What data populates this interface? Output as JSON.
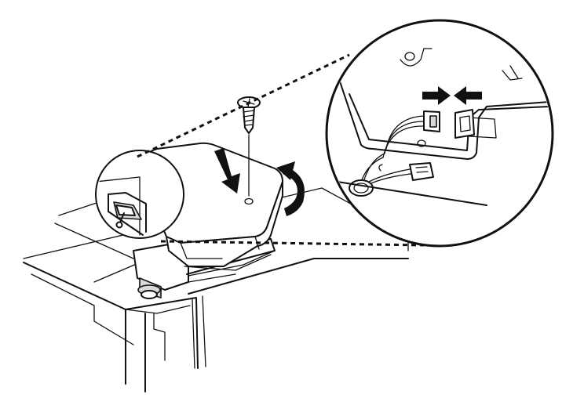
{
  "figure": {
    "type": "assembly-diagram",
    "main_view": {
      "parts": [
        "screw-icon",
        "control-box-cover",
        "mounting-bracket",
        "appliance-top-panel"
      ],
      "arrows": [
        "press-down-arrow-icon",
        "rotate-arrow-icon"
      ]
    },
    "detail_inset_small": {
      "parts": [
        "toggle-switch-icon"
      ]
    },
    "detail_inset_large": {
      "parts": [
        "wire-harness-connector",
        "connector-plug",
        "wire-grommet"
      ],
      "arrows": [
        "connect-right-arrow-icon",
        "connect-left-arrow-icon"
      ]
    },
    "colors": {
      "line": "#111111",
      "background": "#ffffff",
      "shade": "#d9d9d9"
    }
  }
}
